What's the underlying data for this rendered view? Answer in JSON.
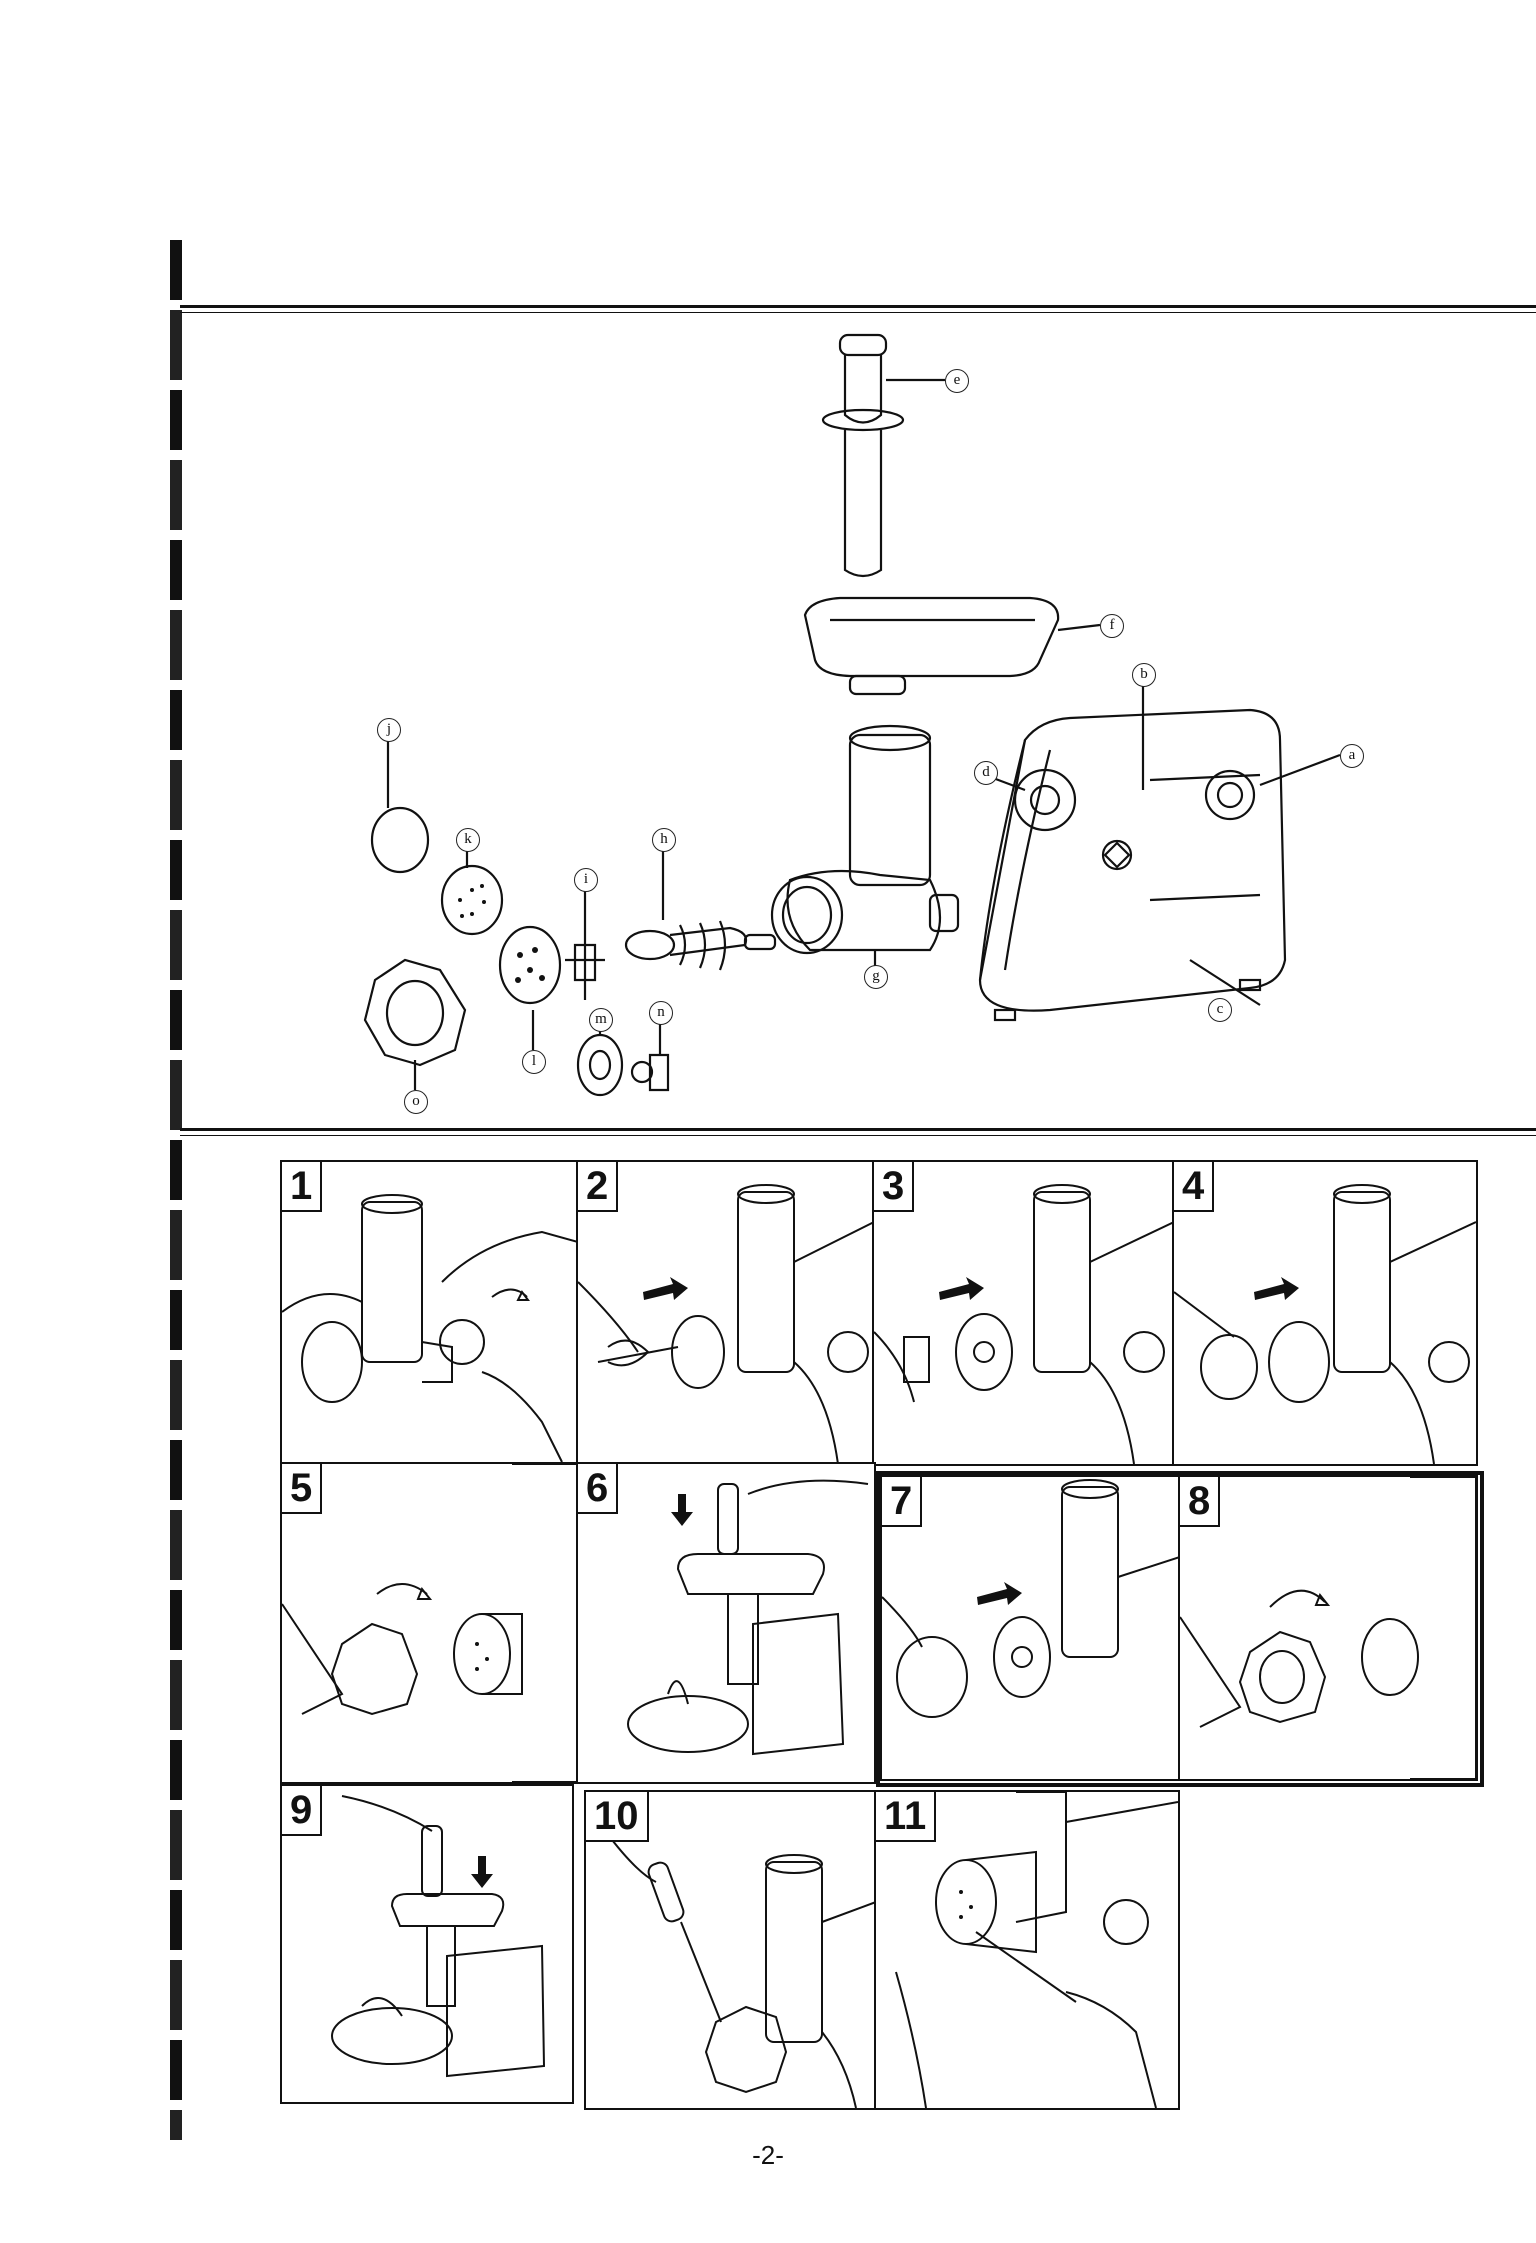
{
  "parts_labels": [
    "a",
    "b",
    "c",
    "d",
    "e",
    "f",
    "g",
    "h",
    "i",
    "j",
    "k",
    "l",
    "m",
    "n",
    "o"
  ],
  "steps": [
    "1",
    "2",
    "3",
    "4",
    "5",
    "6",
    "7",
    "8",
    "9",
    "10",
    "11"
  ],
  "page_number": "-2-"
}
